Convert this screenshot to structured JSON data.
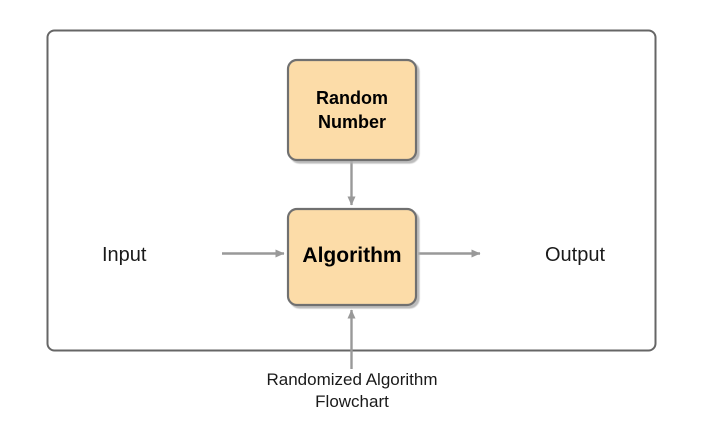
{
  "diagram": {
    "title": "Randomized Algorithm Flowchart",
    "caption_lines": [
      "Randomized Algorithm",
      "Flowchart"
    ],
    "container": {
      "name": "system-boundary",
      "fill": "#ffffff",
      "stroke": "#666666"
    },
    "nodes": [
      {
        "id": "random-number",
        "label_lines": [
          "Random",
          "Number"
        ],
        "line1": "Random",
        "line2": "Number",
        "fill": "#FCDCA8",
        "stroke": "#707070"
      },
      {
        "id": "algorithm",
        "label": "Algorithm",
        "fill": "#FCDCA8",
        "stroke": "#707070"
      }
    ],
    "labels": {
      "input": "Input",
      "output": "Output"
    },
    "edges": [
      {
        "id": "input-to-algorithm",
        "from": "Input",
        "to": "Algorithm",
        "direction": "right"
      },
      {
        "id": "algorithm-to-output",
        "from": "Algorithm",
        "to": "Output",
        "direction": "right"
      },
      {
        "id": "random-to-algorithm",
        "from": "Random Number",
        "to": "Algorithm",
        "direction": "down"
      },
      {
        "id": "caption-to-algorithm",
        "from": "Randomized Algorithm Flowchart",
        "to": "Algorithm",
        "direction": "up"
      }
    ],
    "colors": {
      "node_fill": "#FCDCA8",
      "node_stroke": "#707070",
      "arrow": "#999999",
      "container_stroke": "#666666",
      "text": "#000000"
    }
  }
}
